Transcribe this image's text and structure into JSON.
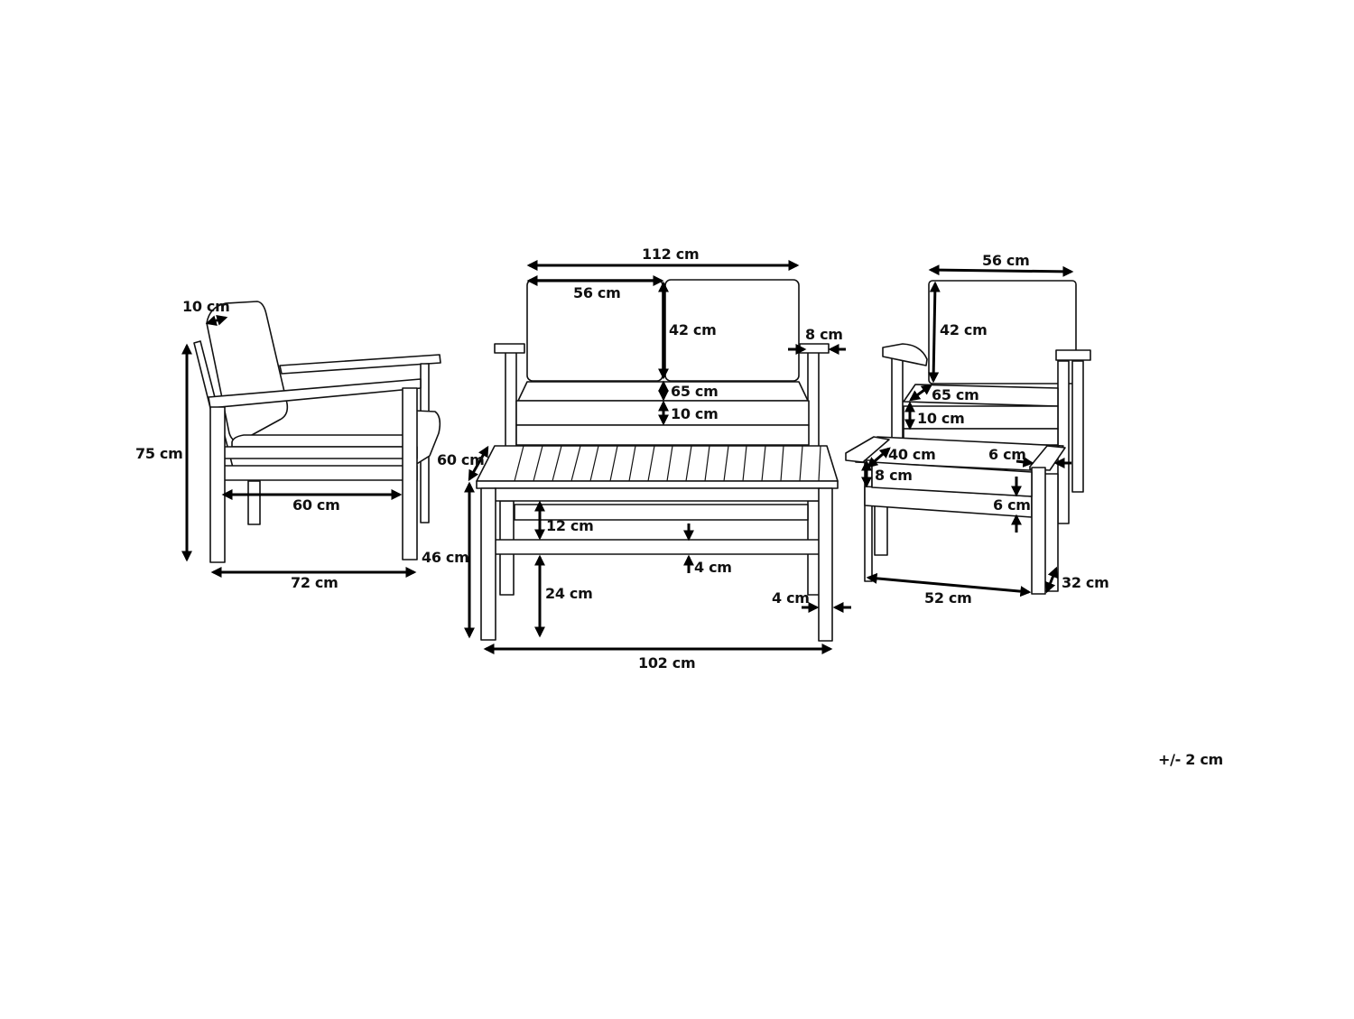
{
  "diagram": {
    "title": "",
    "tolerance": "+/- 2 cm",
    "armchair_side": {
      "back_cushion_thickness": "10 cm",
      "height": "75 cm",
      "seat_depth": "60 cm",
      "depth": "72 cm"
    },
    "sofa_front": {
      "width": "112 cm",
      "cushion_width": "56 cm",
      "back_cushion_height": "42 cm",
      "seat_depth": "65 cm",
      "seat_cushion_thickness": "10 cm",
      "armrest_width": "8 cm"
    },
    "coffee_table": {
      "depth": "60 cm",
      "height": "46 cm",
      "shelf_gap": "12 cm",
      "shelf_thickness": "4 cm",
      "shelf_height": "24 cm",
      "leg_width": "4 cm",
      "width": "102 cm"
    },
    "armchair_front": {
      "width": "56 cm",
      "back_cushion_height": "42 cm",
      "seat_depth": "65 cm",
      "seat_cushion_thickness": "10 cm"
    },
    "side_table": {
      "depth": "40 cm",
      "armrest_width": "6 cm",
      "apron_height": "8 cm",
      "rail_height": "6 cm",
      "width": "52 cm",
      "leg_depth": "32 cm"
    }
  }
}
